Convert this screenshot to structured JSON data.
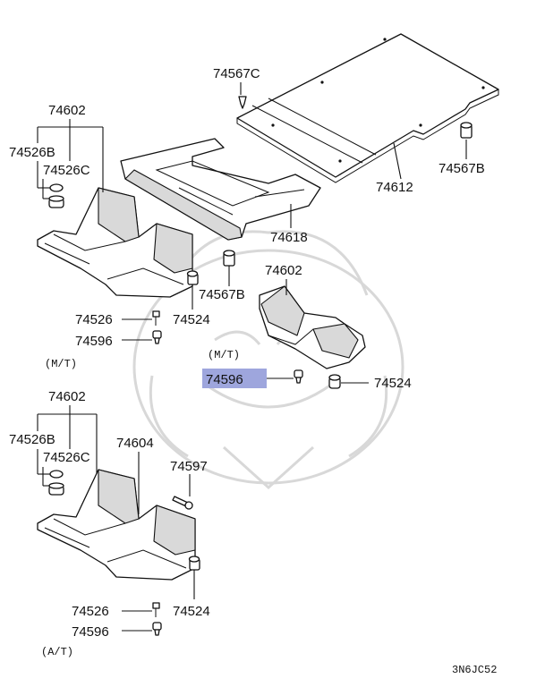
{
  "diagram": {
    "labels": {
      "p74567C": "74567C",
      "p74602_top": "74602",
      "p74526B_top": "74526B",
      "p74526C_top": "74526C",
      "p74567B_right": "74567B",
      "p74612": "74612",
      "p74618": "74618",
      "p74602_mid": "74602",
      "p74567B_mid": "74567B",
      "p74526_top": "74526",
      "p74524_top": "74524",
      "p74596_top": "74596",
      "mt_left": "(M/T)",
      "mt_center": "(M/T)",
      "p74596_highlight": "74596",
      "p74524_mid": "74524",
      "p74602_bottom": "74602",
      "p74526B_bottom": "74526B",
      "p74526C_bottom": "74526C",
      "p74604": "74604",
      "p74597": "74597",
      "p74526_bottom": "74526",
      "p74524_bottom": "74524",
      "p74596_bottom": "74596",
      "at_left": "(A/T)",
      "code": "3N6JC52"
    },
    "highlight_color": "#9ea6dd"
  }
}
